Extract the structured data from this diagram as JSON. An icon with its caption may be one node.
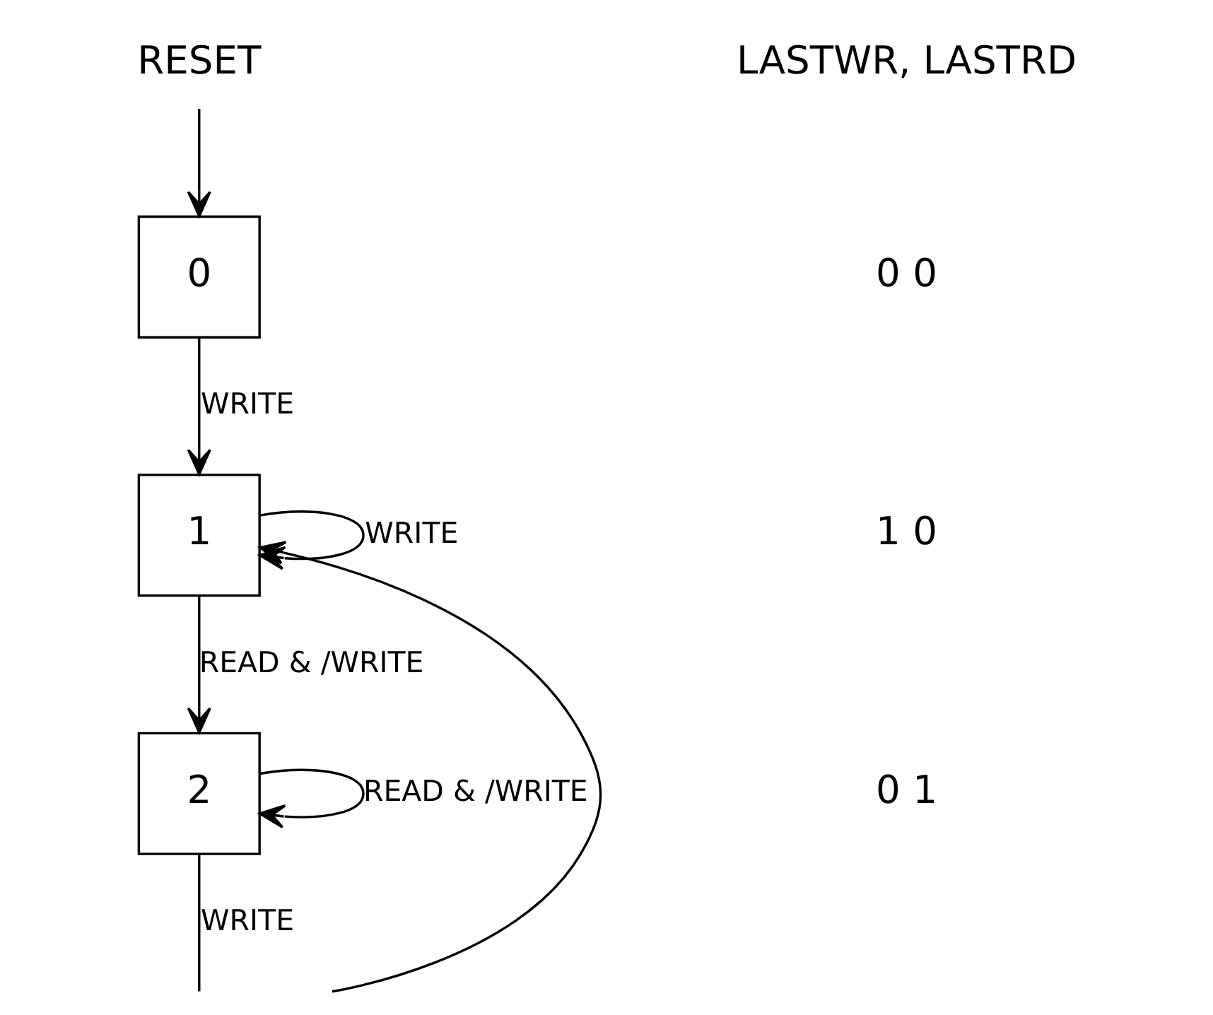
{
  "diagram": {
    "nodes": [
      {
        "text": [
          "RESET"
        ]
      },
      {
        "text": [
          "0"
        ]
      },
      {
        "text": [
          "1"
        ]
      },
      {
        "text": [
          "2"
        ]
      }
    ],
    "edges": [
      {
        "from": 0,
        "to": 1,
        "arrow": "to"
      },
      {
        "from": 1,
        "to": 2,
        "arrow": "to",
        "label": "WRITE"
      },
      {
        "from": 2,
        "to": 2,
        "arrow": "to",
        "label": "WRITE"
      },
      {
        "from": 2,
        "to": 3,
        "arrow": "to",
        "label": "READ & /WRITE"
      },
      {
        "from": 3,
        "to": 3,
        "arrow": "to",
        "label": "READ & /WRITE"
      },
      {
        "from": 3,
        "to": null,
        "arrow": "none",
        "label": "WRITE"
      },
      {
        "from": null,
        "to": 2,
        "arrow": "to"
      }
    ],
    "labels": [
      "LASTWR, LASTRD",
      "0 0",
      "1 0",
      "0 1"
    ]
  }
}
